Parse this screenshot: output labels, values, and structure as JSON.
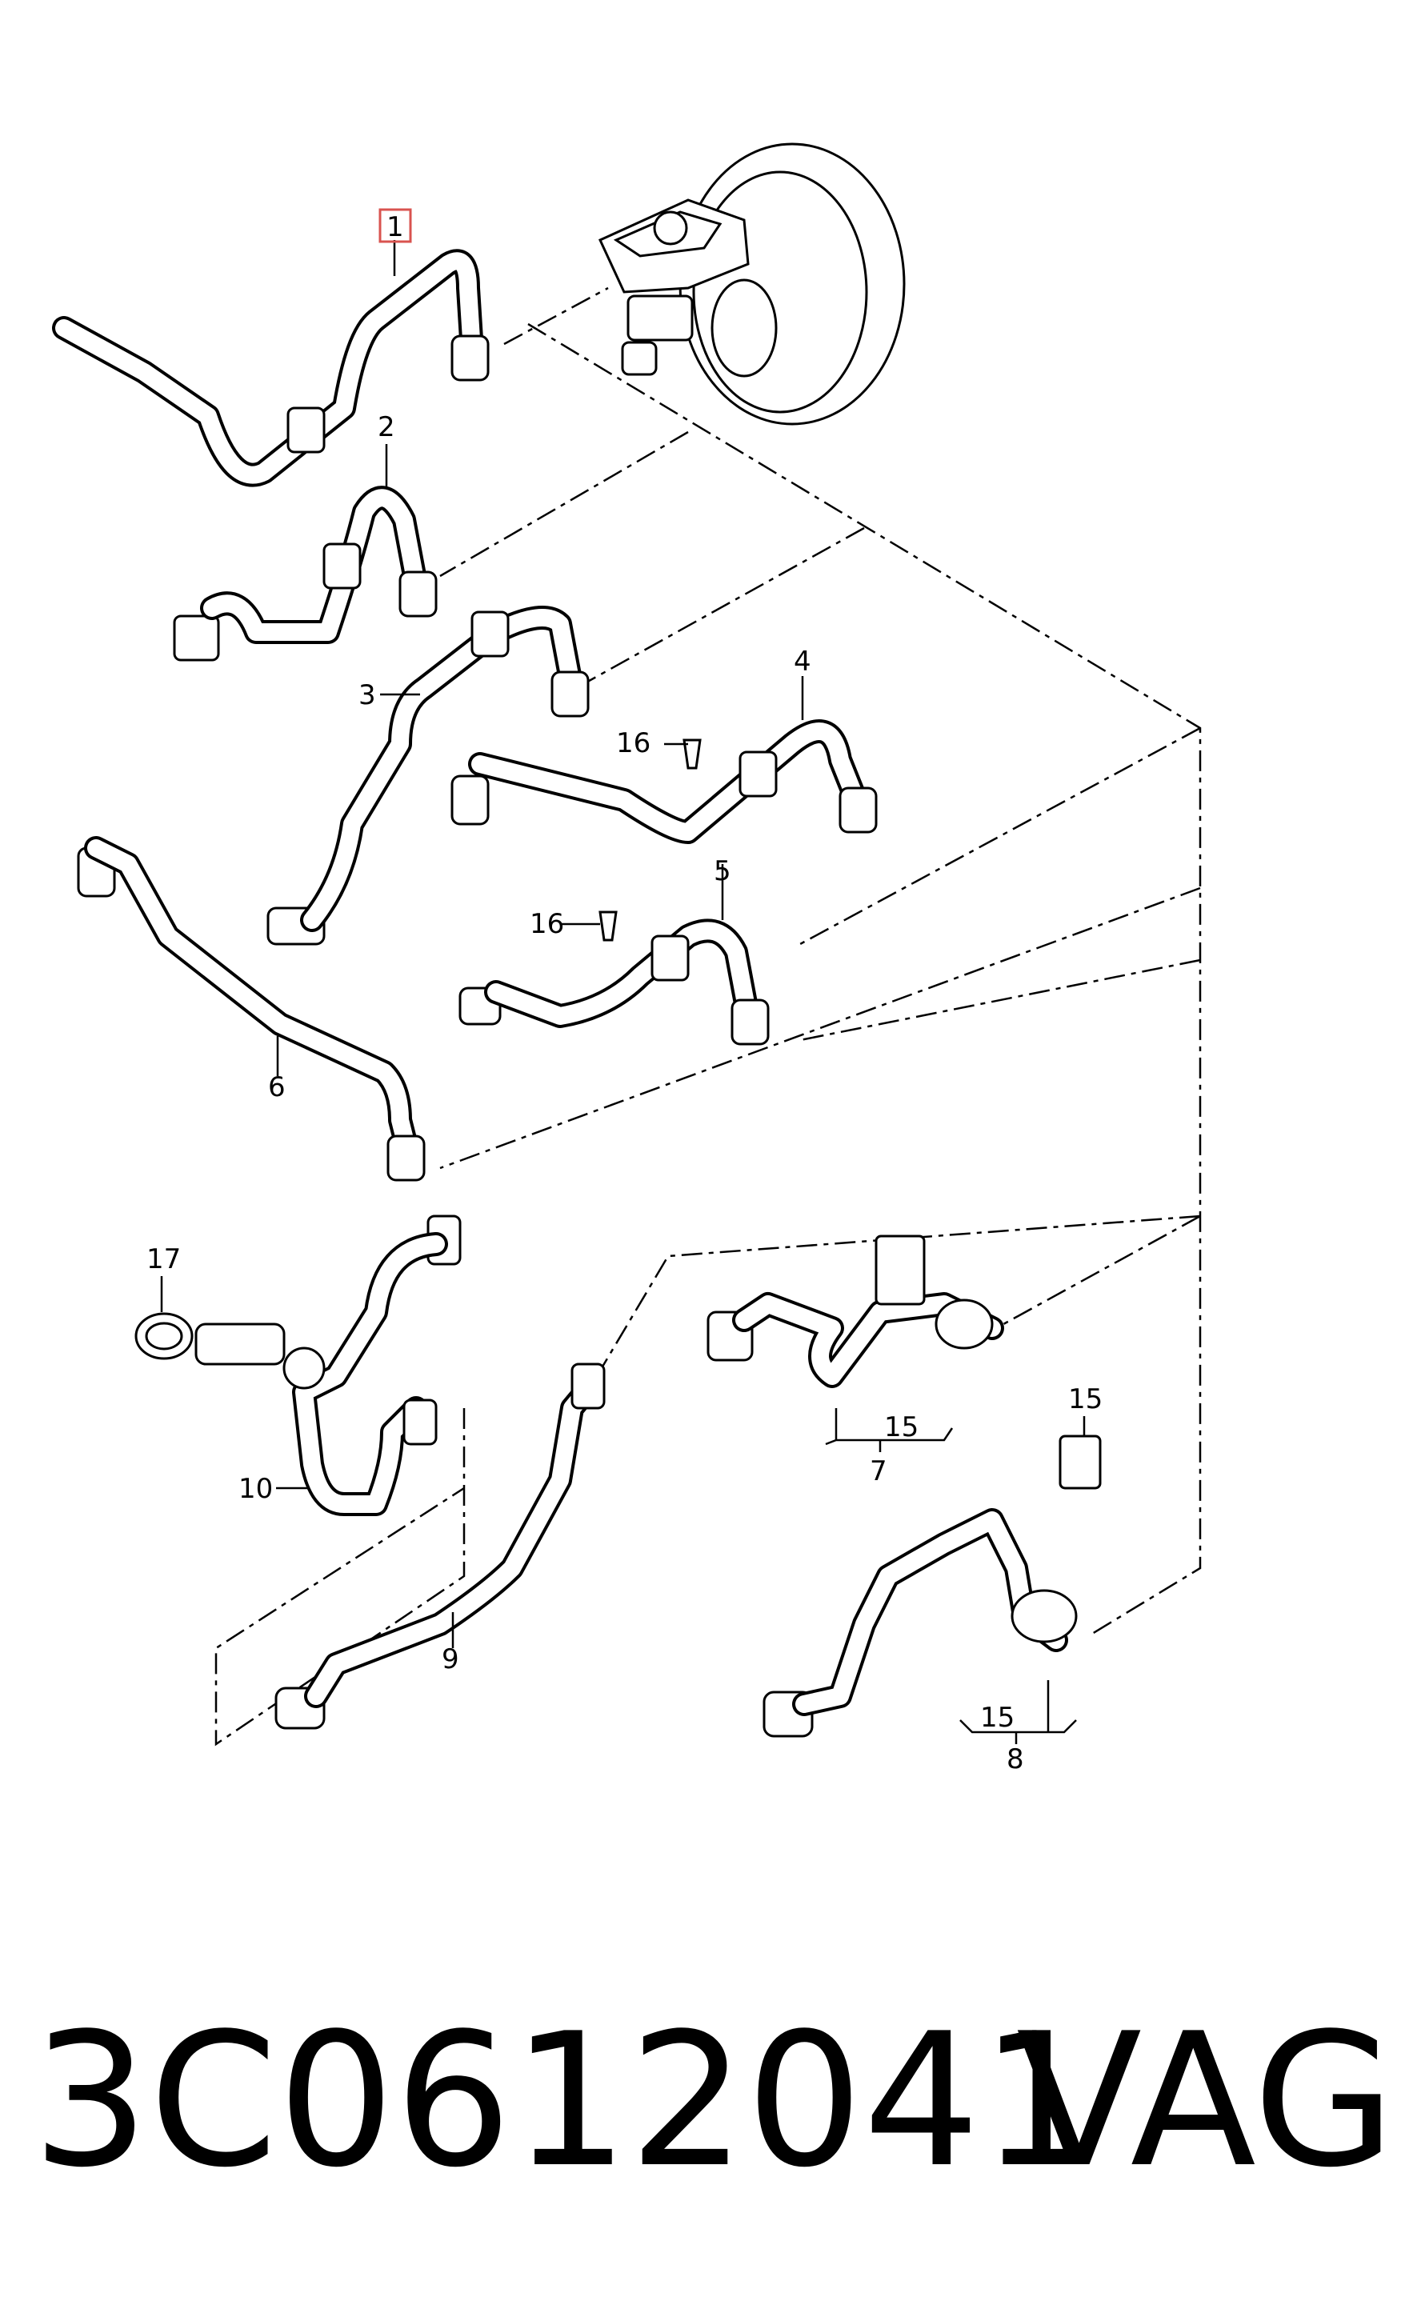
{
  "callouts": {
    "c1": "1",
    "c2": "2",
    "c3": "3",
    "c4": "4",
    "c5": "5",
    "c6": "6",
    "c7": "7",
    "c8": "8",
    "c9": "9",
    "c10": "10",
    "c15a": "15",
    "c15b": "15",
    "c15c": "15",
    "c16a": "16",
    "c16b": "16",
    "c17": "17"
  },
  "highlight_color": "#d9534f",
  "part_number": "3C0612041",
  "brand": "VAG"
}
